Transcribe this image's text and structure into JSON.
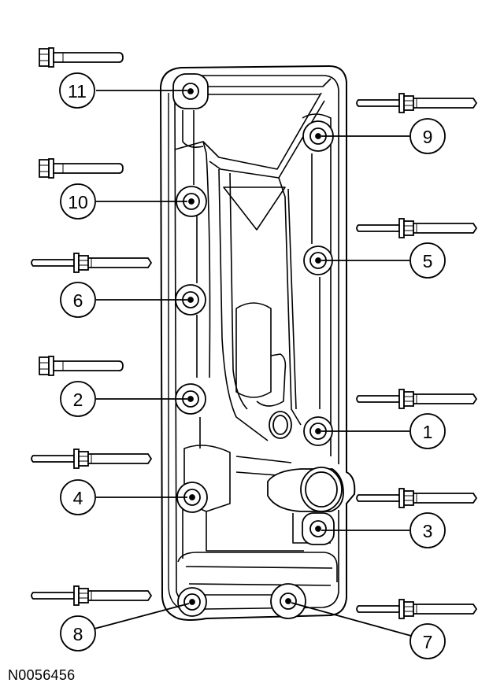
{
  "figure_id": "N0056456",
  "callouts": [
    {
      "number": "11"
    },
    {
      "number": "9"
    },
    {
      "number": "10"
    },
    {
      "number": "5"
    },
    {
      "number": "6"
    },
    {
      "number": "2"
    },
    {
      "number": "1"
    },
    {
      "number": "4"
    },
    {
      "number": "3"
    },
    {
      "number": "8"
    },
    {
      "number": "7"
    }
  ],
  "colors": {
    "line": "#000000",
    "background": "#ffffff",
    "highlight": "#f4f4f4"
  }
}
